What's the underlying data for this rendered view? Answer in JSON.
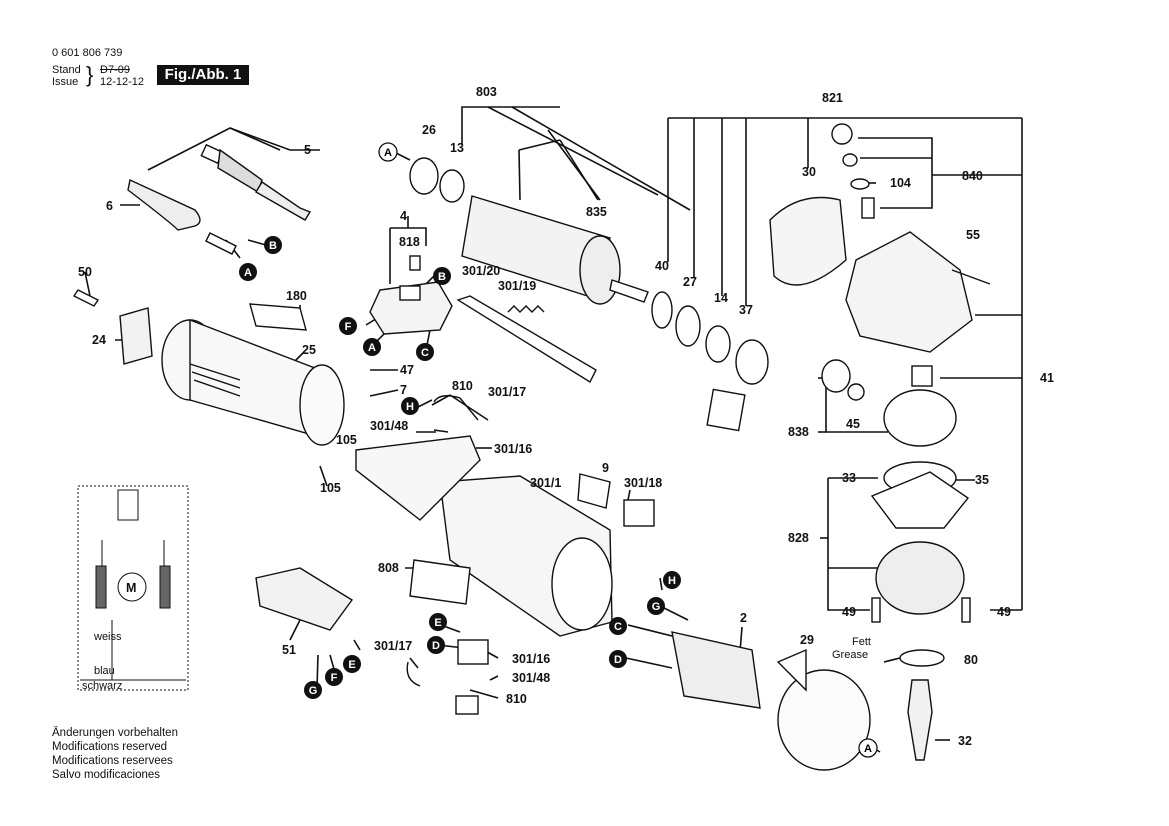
{
  "header": {
    "part_number": "0 601 806 739",
    "stand_label": "Stand",
    "issue_label": "Issue",
    "stand_value": "D7-09",
    "issue_value": "12-12-12",
    "figure": "Fig./Abb. 1"
  },
  "notes": [
    "Änderungen vorbehalten",
    "Modifications reserved",
    "Modifications reservees",
    "Salvo modificaciones"
  ],
  "labels": {
    "p803": "803",
    "p26": "26",
    "p13": "13",
    "p835": "835",
    "p40": "40",
    "p27": "27",
    "p14": "14",
    "p37": "37",
    "p821": "821",
    "p30": "30",
    "p104": "104",
    "p840": "840",
    "p55": "55",
    "p41": "41",
    "p838": "838",
    "p45": "45",
    "p33": "33",
    "p35": "35",
    "p828": "828",
    "p49a": "49",
    "p49b": "49",
    "p5": "5",
    "p6": "6",
    "p4": "4",
    "p818": "818",
    "p301_20": "301/20",
    "p301_19": "301/19",
    "p50": "50",
    "p24": "24",
    "p180": "180",
    "p25": "25",
    "p47": "47",
    "p7": "7",
    "p810a": "810",
    "p301_17a": "301/17",
    "p301_48a": "301/48",
    "p301_16a": "301/16",
    "p105a": "105",
    "p105b": "105",
    "p9": "9",
    "p301_1": "301/1",
    "p301_18": "301/18",
    "p808": "808",
    "p51": "51",
    "p2": "2",
    "p29": "29",
    "p80": "80",
    "p32": "32",
    "p301_17b": "301/17",
    "p301_16b": "301/16",
    "p301_48b": "301/48",
    "p810b": "810",
    "fett": "Fett",
    "grease": "Grease",
    "weiss": "weiss",
    "blau": "blau",
    "schwarz": "schwarz",
    "motor": "M"
  },
  "markers": {
    "A": "A",
    "B": "B",
    "C": "C",
    "D": "D",
    "E": "E",
    "F": "F",
    "G": "G",
    "H": "H"
  }
}
